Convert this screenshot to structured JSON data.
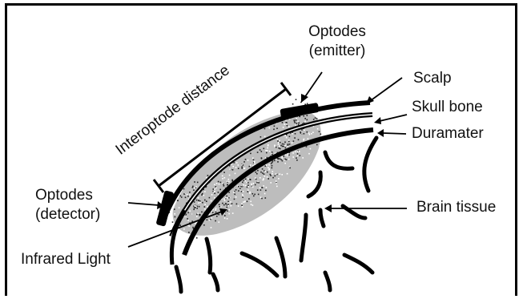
{
  "labels": {
    "emitter_line1": "Optodes",
    "emitter_line2": "(emitter)",
    "scalp": "Scalp",
    "skull": "Skull bone",
    "dura": "Duramater",
    "brain": "Brain tissue",
    "detector_line1": "Optodes",
    "detector_line2": "(detector)",
    "infrared": "Infrared Light",
    "distance": "Interoptode distance"
  },
  "colors": {
    "ink": "#000000",
    "light_scatter": "#bdbdbd",
    "light_dark_dots": "#222222"
  }
}
